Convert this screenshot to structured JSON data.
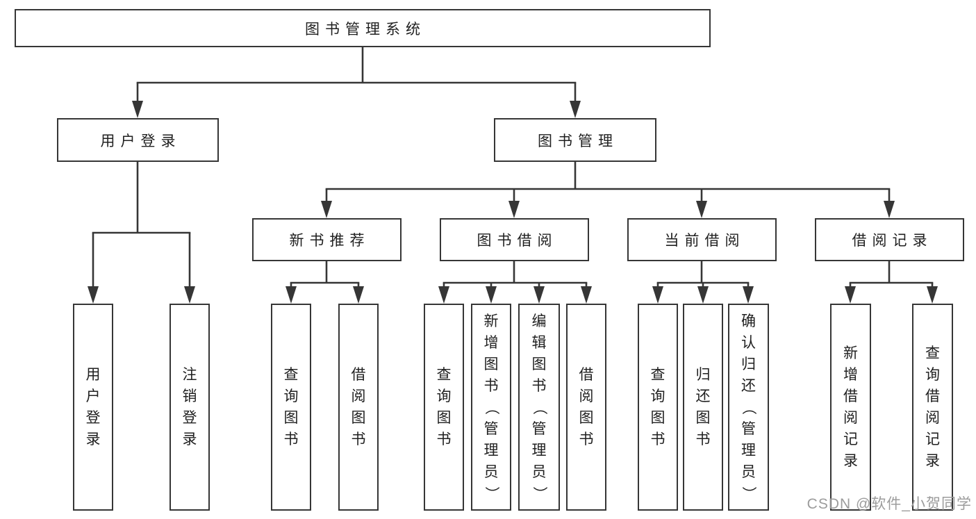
{
  "diagram": {
    "type": "tree",
    "title": "图书管理系统",
    "nodes": {
      "root": "图书管理系统",
      "user_login": "用户登录",
      "book_mgmt": "图书管理",
      "new_book_rec": "新书推荐",
      "book_borrow": "图书借阅",
      "current_borrow": "当前借阅",
      "borrow_record": "借阅记录",
      "ul_login": "用户登录",
      "ul_logout": "注销登录",
      "nb_query": "查询图书",
      "nb_borrow": "借阅图书",
      "bb_query": "查询图书",
      "bb_add": "新增图书（管理员）",
      "bb_edit": "编辑图书（管理员）",
      "bb_borrow": "借阅图书",
      "cb_query": "查询图书",
      "cb_return": "归还图书",
      "cb_confirm": "确认归还（管理员）",
      "br_add": "新增借阅记录",
      "br_query": "查询借阅记录"
    },
    "hierarchy": {
      "root": [
        "user_login",
        "book_mgmt"
      ],
      "user_login": [
        "ul_login",
        "ul_logout"
      ],
      "book_mgmt": [
        "new_book_rec",
        "book_borrow",
        "current_borrow",
        "borrow_record"
      ],
      "new_book_rec": [
        "nb_query",
        "nb_borrow"
      ],
      "book_borrow": [
        "bb_query",
        "bb_add",
        "bb_edit",
        "bb_borrow"
      ],
      "current_borrow": [
        "cb_query",
        "cb_return",
        "cb_confirm"
      ],
      "borrow_record": [
        "br_add",
        "br_query"
      ]
    },
    "colors": {
      "line": "#363636",
      "box_border": "#363636",
      "box_fill": "#ffffff",
      "text": "#202020",
      "watermark": "#9c9c9c",
      "background": "#ffffff"
    }
  },
  "watermark": {
    "text": "CSDN @软件_小贺同学"
  }
}
